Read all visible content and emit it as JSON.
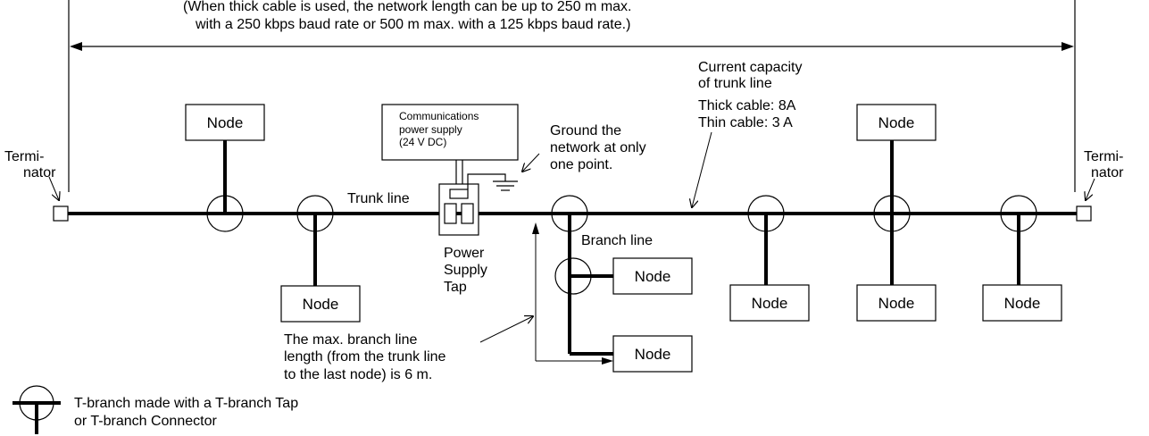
{
  "header": {
    "line1": "(When thick cable is used, the network length can be up to 250 m max.",
    "line2": "with a 250 kbps baud rate or 500 m max. with a 125 kbps baud rate.)"
  },
  "terminator_left": {
    "line1": "Termi-",
    "line2": "nator"
  },
  "terminator_right": {
    "line1": "Termi-",
    "line2": "nator"
  },
  "current_capacity": {
    "line1": "Current capacity",
    "line2": "of trunk line",
    "thick": "Thick cable: 8A",
    "thin": "Thin cable: 3 A"
  },
  "power_supply_box": {
    "line1": "Communications",
    "line2": "power supply",
    "line3": "(24 V DC)"
  },
  "ground_note": {
    "line1": "Ground the",
    "line2": "network at only",
    "line3": "one point."
  },
  "trunk_line_label": "Trunk line",
  "branch_line_label": "Branch line",
  "power_supply_tap": {
    "line1": "Power",
    "line2": "Supply",
    "line3": "Tap"
  },
  "node_label": "Node",
  "branch_note": {
    "line1": "The max. branch line",
    "line2": "length (from the trunk line",
    "line3": "to the last node) is 6 m."
  },
  "legend": {
    "line1": "T-branch made with a T-branch Tap",
    "line2": "or T-branch Connector"
  }
}
